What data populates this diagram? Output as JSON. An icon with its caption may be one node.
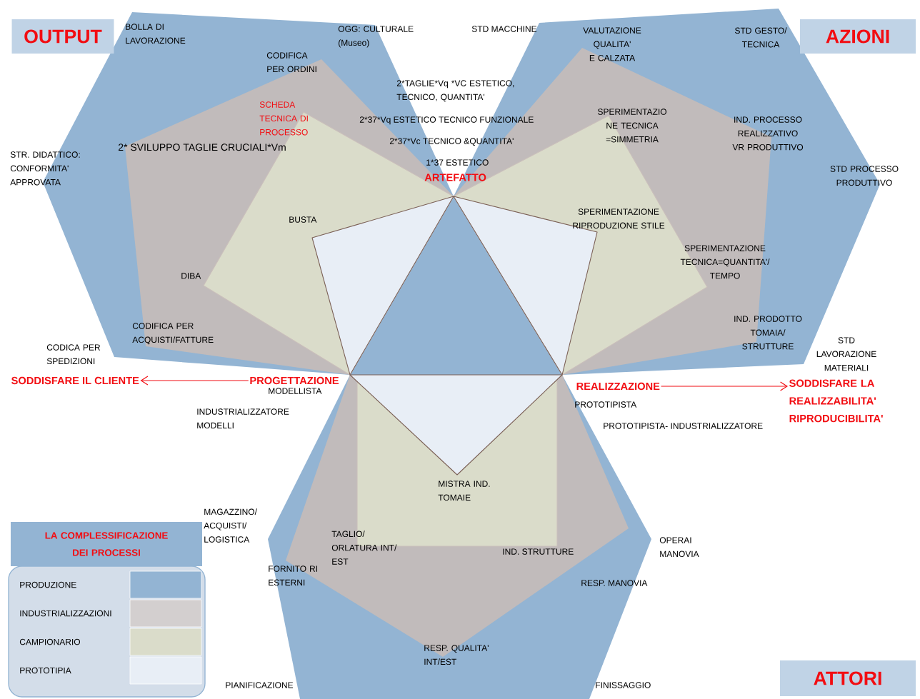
{
  "diagram": {
    "nodes": [
      {
        "text": [
          "OUTPUT"
        ]
      },
      {
        "text": [
          "AZIONI"
        ]
      },
      {
        "text": [
          "PROGETTAZIONE"
        ]
      },
      {
        "text": [
          "SODDISFARE IL CLIENTE"
        ]
      },
      {
        "text": [
          "REALIZZAZIONE"
        ]
      },
      {
        "text": [
          "SODDISFARE LA REALIZZABILITA' RIPRODUCIBILITA'"
        ]
      },
      {
        "text": [
          "LA COMPLESSIFICAZIONE DEI PROCESSI"
        ]
      },
      {
        "text": [
          "ATTORI"
        ]
      }
    ],
    "edges": [
      {
        "from": 2,
        "to": 3,
        "arrow": "to"
      },
      {
        "from": 4,
        "to": 5,
        "arrow": "to"
      }
    ],
    "labels": [
      "BOLLA DI LAVORAZIONE",
      "OGG: CULTURALE (Museo)",
      "CODIFICA PER ORDINI",
      "STD MACCHINE",
      "VALUTAZIONE QUALITA' E CALZATA",
      "STD GESTO/ TECNICA",
      "2*TAGLIE*Vq *VC ESTETICO, TECNICO, QUANTITA'",
      "SCHEDA TECNICA DI PROCESSO",
      "2*37*Vq ESTETICO TECNICO FUNZIONALE",
      "SPERIMENTAZIO NE TECNICA =SIMMETRIA",
      "IND. PROCESSO REALIZZATIVO VR PRODUTTIVO",
      "STR. DIDATTICO: CONFORMITA' APPROVATA",
      "2* SVILUPPO TAGLIE CRUCIALI*Vm",
      "2*37*Vc TECNICO &QUANTITA'",
      "1*37 ESTETICO",
      "ARTEFATTO",
      "STD PROCESSO PRODUTTIVO",
      "BUSTA",
      "SPERIMENTAZIONE RIPRODUZIONE STILE",
      "SPERIMENTAZIONE TECNICA=QUANTITA'/ TEMPO",
      "DIBA",
      "IND. PRODOTTO TOMAIA/ STRUTTURE",
      "CODIFICA PER ACQUISTI/FATTURE",
      "STD LAVORAZIONE MATERIALI",
      "CODICA PER SPEDIZIONI",
      "MODELLISTA",
      "PROTOTIPISTA",
      "INDUSTRIALIZZATORE MODELLI",
      "PROTOTIPISTA- INDUSTRIALIZZATORE",
      "MISTRA IND. TOMAIE",
      "MAGAZZINO/ ACQUISTI/ LOGISTICA",
      "TAGLIO/ ORLATURA INT/ EST",
      "IND. STRUTTURE",
      "OPERAI MANOVIA",
      "FORNITO RI ESTERNI",
      "RESP. MANOVIA",
      "RESP. QUALITA' INT/EST",
      "PIANIFICAZIONE",
      "FINISSAGGIO"
    ],
    "legend": [
      {
        "text": "PRODUZIONE",
        "color": "#93b4d3"
      },
      {
        "text": "INDUSTRIALIZZAZIONI",
        "color": "#d3cfcf"
      },
      {
        "text": "CAMPIONARIO",
        "color": "#dadcca"
      },
      {
        "text": "PROTOTIPIA",
        "color": "#e8eef6"
      }
    ]
  }
}
